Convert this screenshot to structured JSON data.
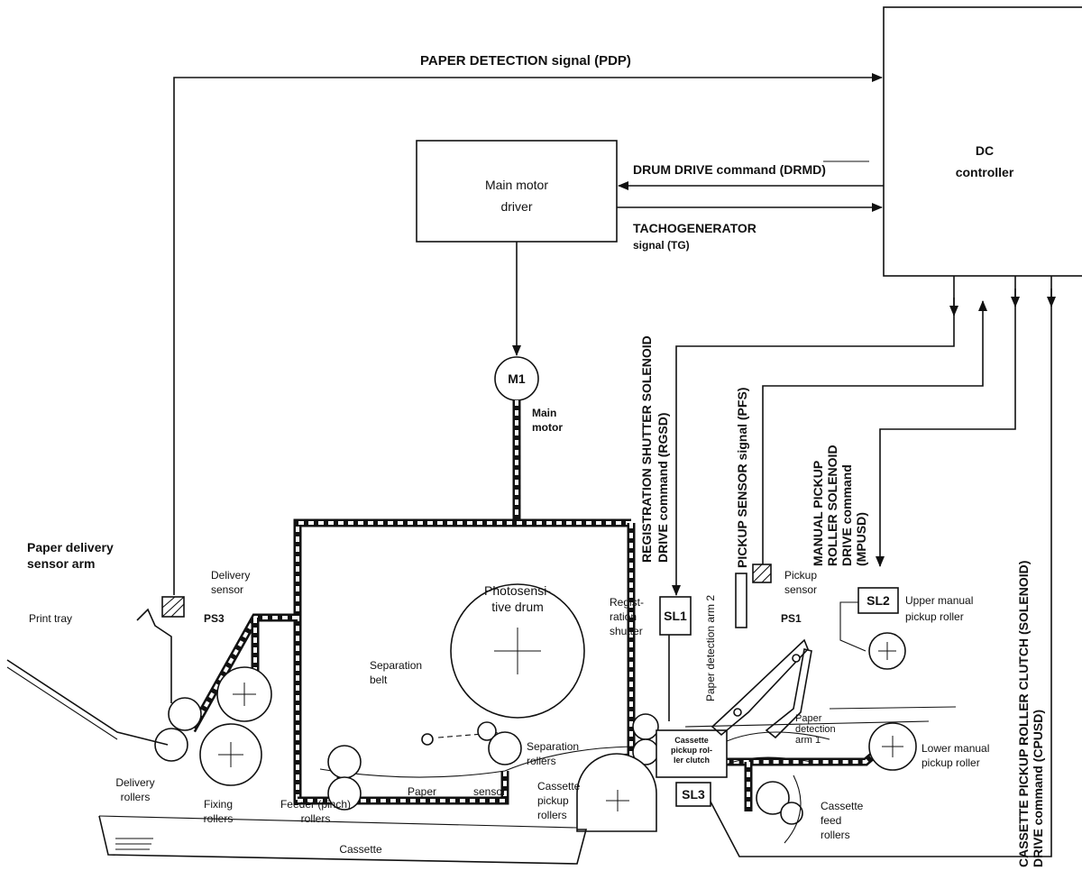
{
  "controller": {
    "line1": "DC",
    "line2": "controller"
  },
  "motor_driver": {
    "line1": "Main motor",
    "line2": "driver"
  },
  "motor": {
    "id": "M1",
    "line1": "Main",
    "line2": "motor"
  },
  "signals": {
    "pdp": "PAPER  DETECTION signal (PDP)",
    "drmd": "DRUM DRIVE command (DRMD)",
    "tg1": "TACHOGENERATOR",
    "tg2": "signal (TG)",
    "rgsd1": "REGISTRATION  SHUTTER  SOLENOID",
    "rgsd2": "DRIVE command (RGSD)",
    "pfs": "PICKUP SENSOR signal (PFS)",
    "mpusd1": "MANUAL PICKUP",
    "mpusd2": "ROLLER SOLENOID",
    "mpusd3": "DRIVE command",
    "mpusd4": "(MPUSD)",
    "cpusd1": "CASSETTE PICKUP ROLLER CLUTCH (SOLENOID)",
    "cpusd2": "DRIVE command (CPUSD)"
  },
  "labels": {
    "paper_delivery_arm1": "Paper delivery",
    "paper_delivery_arm2": "sensor arm",
    "delivery_sensor1": "Delivery",
    "delivery_sensor2": "sensor",
    "ps3": "PS3",
    "print_tray": "Print tray",
    "delivery_rollers1": "Delivery",
    "delivery_rollers2": "rollers",
    "fixing_rollers1": "Fixing",
    "fixing_rollers2": "rollers",
    "feeder_rollers1": "Feeder (pinch)",
    "feeder_rollers2": "rollers",
    "paper": "Paper",
    "sensor": "sensor",
    "photo_drum1": "Photosensi-",
    "photo_drum2": "tive drum",
    "separation_belt1": "Separation",
    "separation_belt2": "belt",
    "separation_rollers1": "Separation",
    "separation_rollers2": "rollers",
    "reg_shutter1": "Regist-",
    "reg_shutter2": "ration",
    "reg_shutter3": "shutter",
    "sl1": "SL1",
    "sl2": "SL2",
    "sl3": "SL3",
    "paper_arm2": "Paper detection arm 2",
    "pickup_sensor1": "Pickup",
    "pickup_sensor2": "sensor",
    "ps1": "PS1",
    "upper_manual1": "Upper manual",
    "upper_manual2": "pickup roller",
    "lower_manual1": "Lower manual",
    "lower_manual2": "pickup roller",
    "paper_arm1_a": "Paper",
    "paper_arm1_b": "detection",
    "paper_arm1_c": "arm 1",
    "clutch1": "Cassette",
    "clutch2": "pickup rol-",
    "clutch3": "ler clutch",
    "cassette_pickup1": "Cassette",
    "cassette_pickup2": "pickup",
    "cassette_pickup3": "rollers",
    "cassette_feed1": "Cassette",
    "cassette_feed2": "feed",
    "cassette_feed3": "rollers",
    "cassette": "Cassette"
  }
}
